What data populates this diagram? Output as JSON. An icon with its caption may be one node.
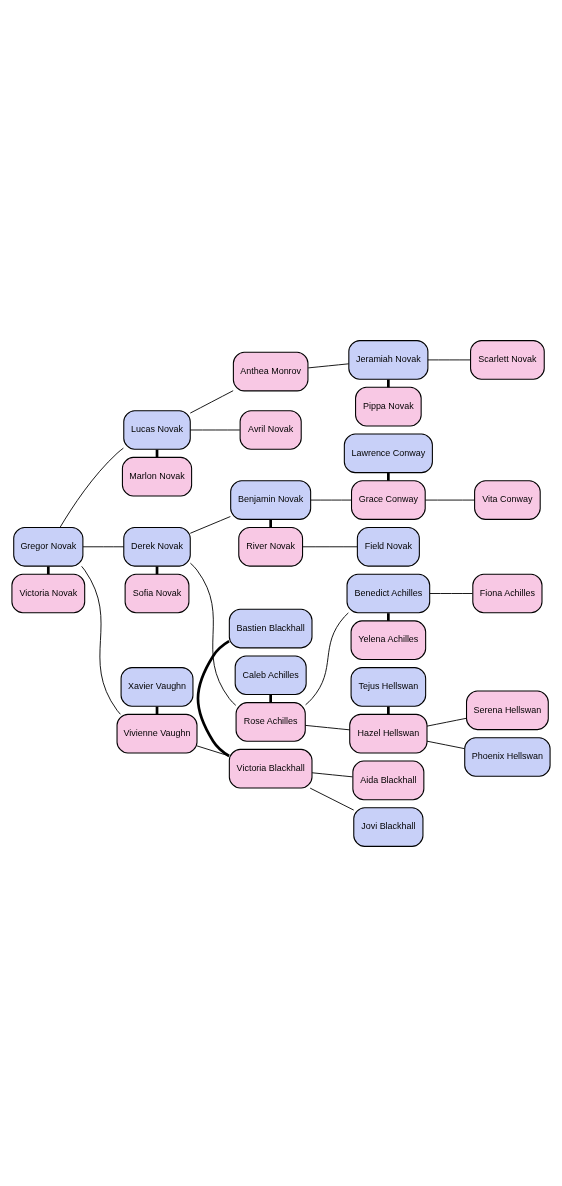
{
  "diagram": {
    "nodes": [
      {
        "text": [
          "Gregor Novak"
        ]
      },
      {
        "text": [
          "Victoria Novak"
        ]
      },
      {
        "text": [
          "Xavier Vaughn"
        ]
      },
      {
        "text": [
          "Vivienne Vaughn"
        ]
      },
      {
        "text": [
          "Anthea Monrov"
        ]
      },
      {
        "text": [
          "Lucas Novak"
        ]
      },
      {
        "text": [
          "Marlon Novak"
        ]
      },
      {
        "text": [
          "Derek Novak"
        ]
      },
      {
        "text": [
          "Sofia Novak"
        ]
      },
      {
        "text": [
          "Bastien Blackhall"
        ]
      },
      {
        "text": [
          "Victoria Blackhall"
        ]
      },
      {
        "text": [
          "Jeramiah Novak"
        ]
      },
      {
        "text": [
          "Pippa Novak"
        ]
      },
      {
        "text": [
          "Avril Novak"
        ]
      },
      {
        "text": [
          "Caleb Achilles"
        ]
      },
      {
        "text": [
          "Rose Achilles"
        ]
      },
      {
        "text": [
          "Benjamin Novak"
        ]
      },
      {
        "text": [
          "River Novak"
        ]
      },
      {
        "text": [
          "Aida Blackhall"
        ]
      },
      {
        "text": [
          "Jovi Blackhall"
        ]
      },
      {
        "text": [
          "Scarlett Novak"
        ]
      },
      {
        "text": [
          "Benedict Achilles"
        ]
      },
      {
        "text": [
          "Yelena Achilles"
        ]
      },
      {
        "text": [
          "Tejus Hellswan"
        ]
      },
      {
        "text": [
          "Hazel Hellswan"
        ]
      },
      {
        "text": [
          "Lawrence Conway"
        ]
      },
      {
        "text": [
          "Grace Conway"
        ]
      },
      {
        "text": [
          "Field Novak"
        ]
      },
      {
        "text": [
          "Fiona Achilles"
        ]
      },
      {
        "text": [
          "Serena Hellswan"
        ]
      },
      {
        "text": [
          "Phoenix Hellswan"
        ]
      },
      {
        "text": [
          "Vita Conway"
        ]
      }
    ],
    "edges": [
      {
        "from": 0,
        "to": 1,
        "arrow": "none",
        "style": "thick"
      },
      {
        "from": 0,
        "to": 3,
        "arrow": "none"
      },
      {
        "from": 0,
        "to": 5,
        "arrow": "none"
      },
      {
        "from": 0,
        "to": 7,
        "arrow": "none"
      },
      {
        "from": 2,
        "to": 3,
        "arrow": "none",
        "style": "thick"
      },
      {
        "from": 3,
        "to": 10,
        "arrow": "none"
      },
      {
        "from": 5,
        "to": 4,
        "arrow": "none"
      },
      {
        "from": 4,
        "to": 11,
        "arrow": "none"
      },
      {
        "from": 5,
        "to": 6,
        "arrow": "none",
        "style": "thick"
      },
      {
        "from": 5,
        "to": 13,
        "arrow": "none"
      },
      {
        "from": 7,
        "to": 8,
        "arrow": "none",
        "style": "thick"
      },
      {
        "from": 7,
        "to": 15,
        "arrow": "none"
      },
      {
        "from": 7,
        "to": 16,
        "arrow": "none"
      },
      {
        "from": 9,
        "to": 10,
        "arrow": "none",
        "style": "thick"
      },
      {
        "from": 10,
        "to": 18,
        "arrow": "none"
      },
      {
        "from": 10,
        "to": 19,
        "arrow": "none"
      },
      {
        "from": 11,
        "to": 12,
        "arrow": "none",
        "style": "thick"
      },
      {
        "from": 11,
        "to": 20,
        "arrow": "none"
      },
      {
        "from": 14,
        "to": 15,
        "arrow": "none",
        "style": "thick"
      },
      {
        "from": 15,
        "to": 21,
        "arrow": "none"
      },
      {
        "from": 15,
        "to": 24,
        "arrow": "none"
      },
      {
        "from": 16,
        "to": 17,
        "arrow": "none",
        "style": "thick"
      },
      {
        "from": 16,
        "to": 26,
        "arrow": "none"
      },
      {
        "from": 17,
        "to": 27,
        "arrow": "none"
      },
      {
        "from": 21,
        "to": 22,
        "arrow": "none",
        "style": "thick"
      },
      {
        "from": 21,
        "to": 28,
        "arrow": "none"
      },
      {
        "from": 23,
        "to": 24,
        "arrow": "none",
        "style": "thick"
      },
      {
        "from": 24,
        "to": 29,
        "arrow": "none"
      },
      {
        "from": 24,
        "to": 30,
        "arrow": "none"
      },
      {
        "from": 25,
        "to": 26,
        "arrow": "none",
        "style": "thick"
      },
      {
        "from": 26,
        "to": 31,
        "arrow": "none"
      }
    ]
  }
}
